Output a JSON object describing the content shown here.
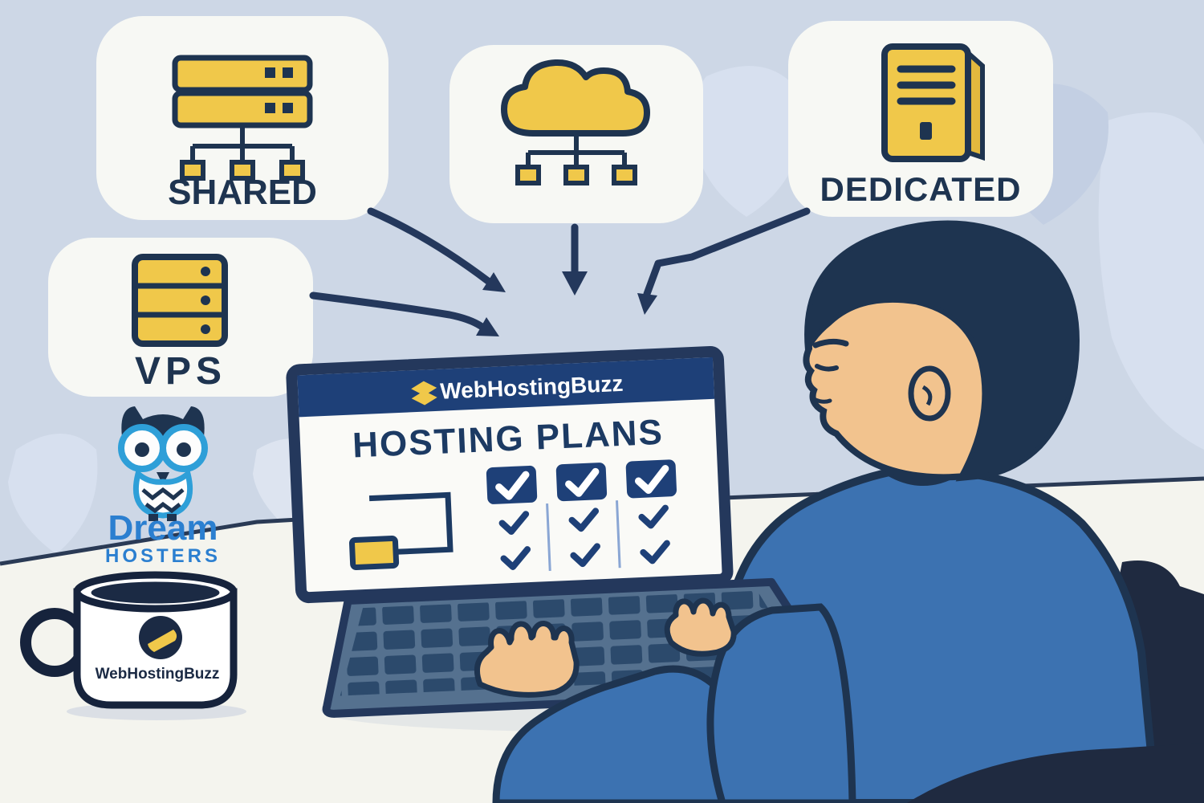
{
  "scene_title": "Web hosting plans illustration",
  "colors": {
    "background": "#cdd7e6",
    "card": "#f7f8f4",
    "accent_yellow": "#f0c84a",
    "navy": "#1e3450",
    "outline_navy": "#24385c",
    "screen_header": "#1e4078",
    "sweater_blue": "#3c72b1",
    "skin": "#f2c38e",
    "logo_blue": "#2b7fd0",
    "desk": "#f4f4ee",
    "chair": "#1f2a40"
  },
  "plan_cards": {
    "shared": {
      "label": "SHARED",
      "icon": "stacked-servers-network-icon"
    },
    "cloud": {
      "icon": "cloud-network-icon"
    },
    "dedicated": {
      "label": "DEDICATED",
      "icon": "tower-server-icon"
    },
    "vps": {
      "label": "VPS",
      "icon": "rack-server-icon"
    }
  },
  "laptop_screen": {
    "brand": "WebHostingBuzz",
    "title": "HOSTING PLANS",
    "comparison": {
      "columns": 3,
      "header_checks": [
        true,
        true,
        true
      ],
      "row_checks": [
        [
          true,
          true,
          true
        ],
        [
          true,
          true,
          true
        ]
      ]
    }
  },
  "dream_hosters_logo": {
    "line1": "Dream",
    "line2": "HOSTERS"
  },
  "mug": {
    "brand": "WebHostingBuzz"
  },
  "icons": {
    "brand_glyph": "layers-logo-icon",
    "check": "checkmark-icon",
    "owl": "owl-mascot-icon",
    "mug": "coffee-mug-icon",
    "arrows": "flow-arrow-icon"
  }
}
